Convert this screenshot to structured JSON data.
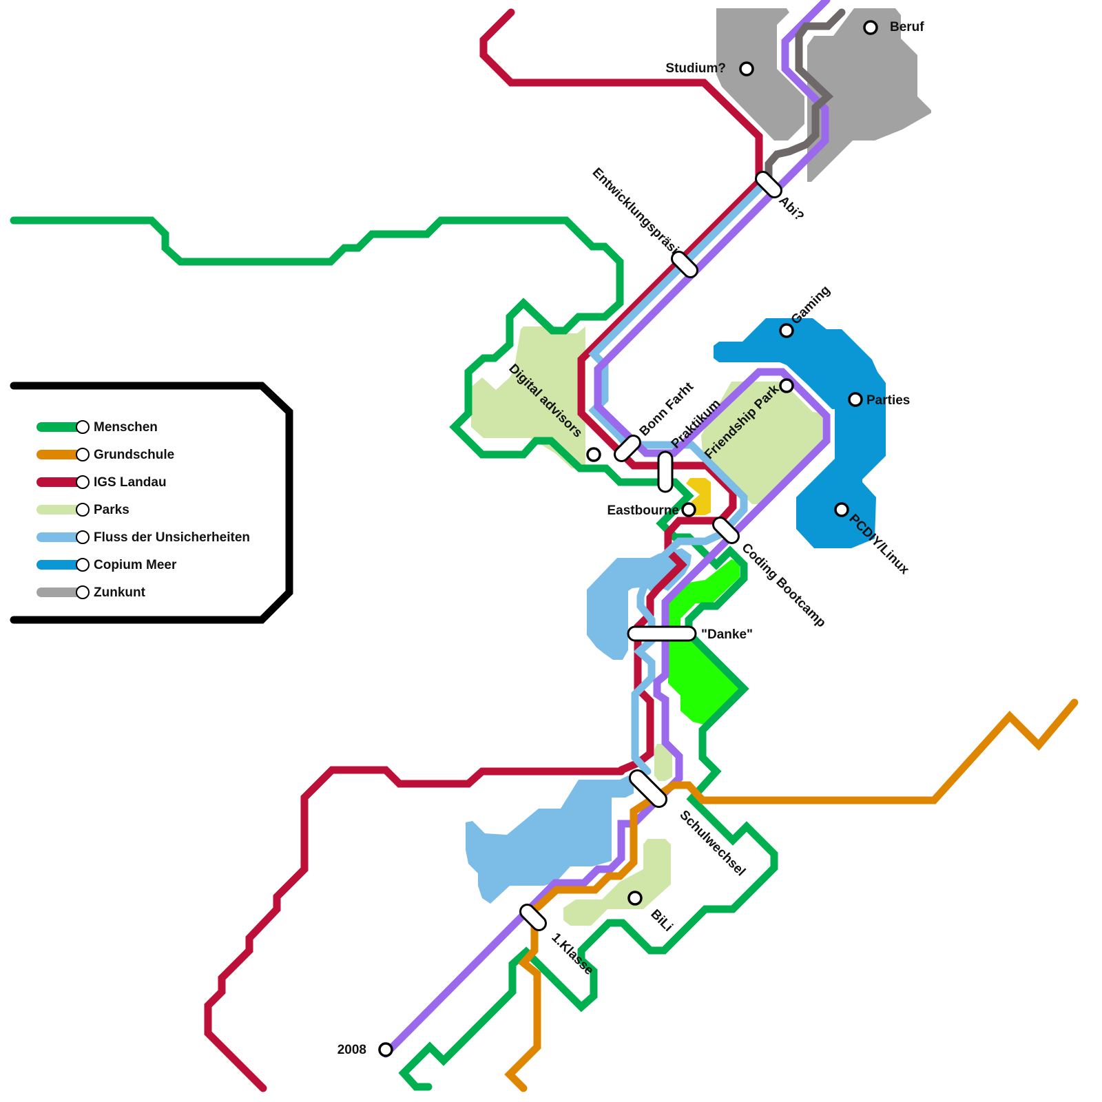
{
  "map_title": "Lebenslinien-Netzplan",
  "colors": {
    "menschen": "#00b050",
    "grundschule": "#de8600",
    "igs_landau": "#bd1038",
    "parks": "#d0e6a8",
    "fluss": "#7bbde6",
    "copium": "#0b96d5",
    "zunkunt": "#a2a2a2",
    "zunkunt_line": "#6e6868",
    "timeline": "#9a69ec",
    "special_green": "#22ff00",
    "eastbourne_yellow": "#f0cb14",
    "legend_frame": "#000000"
  },
  "legend": {
    "items": [
      {
        "label": "Menschen",
        "color": "#00b050"
      },
      {
        "label": "Grundschule",
        "color": "#de8600"
      },
      {
        "label": "IGS Landau",
        "color": "#bd1038"
      },
      {
        "label": "Parks",
        "color": "#d0e6a8"
      },
      {
        "label": "Fluss der Unsicherheiten",
        "color": "#7bbde6"
      },
      {
        "label": "Copium Meer",
        "color": "#0b96d5"
      },
      {
        "label": "Zunkunt",
        "color": "#a2a2a2"
      }
    ]
  },
  "stations": {
    "beruf": "Beruf",
    "studium": "Studium?",
    "abi": "Abi?",
    "entwicklungspraesi": "Entwicklungspräsi",
    "gaming": "Gaming",
    "parties": "Parties",
    "friendship_park": "Friendship Park",
    "pcdiy_linux": "PCDIY/Linux",
    "digital_advisors": "Digital advisors",
    "bonn_fahrt": "Bonn Farht",
    "praktikum": "Praktikum",
    "eastbourne": "Eastbourne",
    "coding_bootcamp": "Coding Bootcamp",
    "danke": "\"Danke\"",
    "schulwechsel": "Schulwechsel",
    "bili": "BiLi",
    "erste_klasse": "1.Klasse",
    "start_2008": "2008"
  }
}
